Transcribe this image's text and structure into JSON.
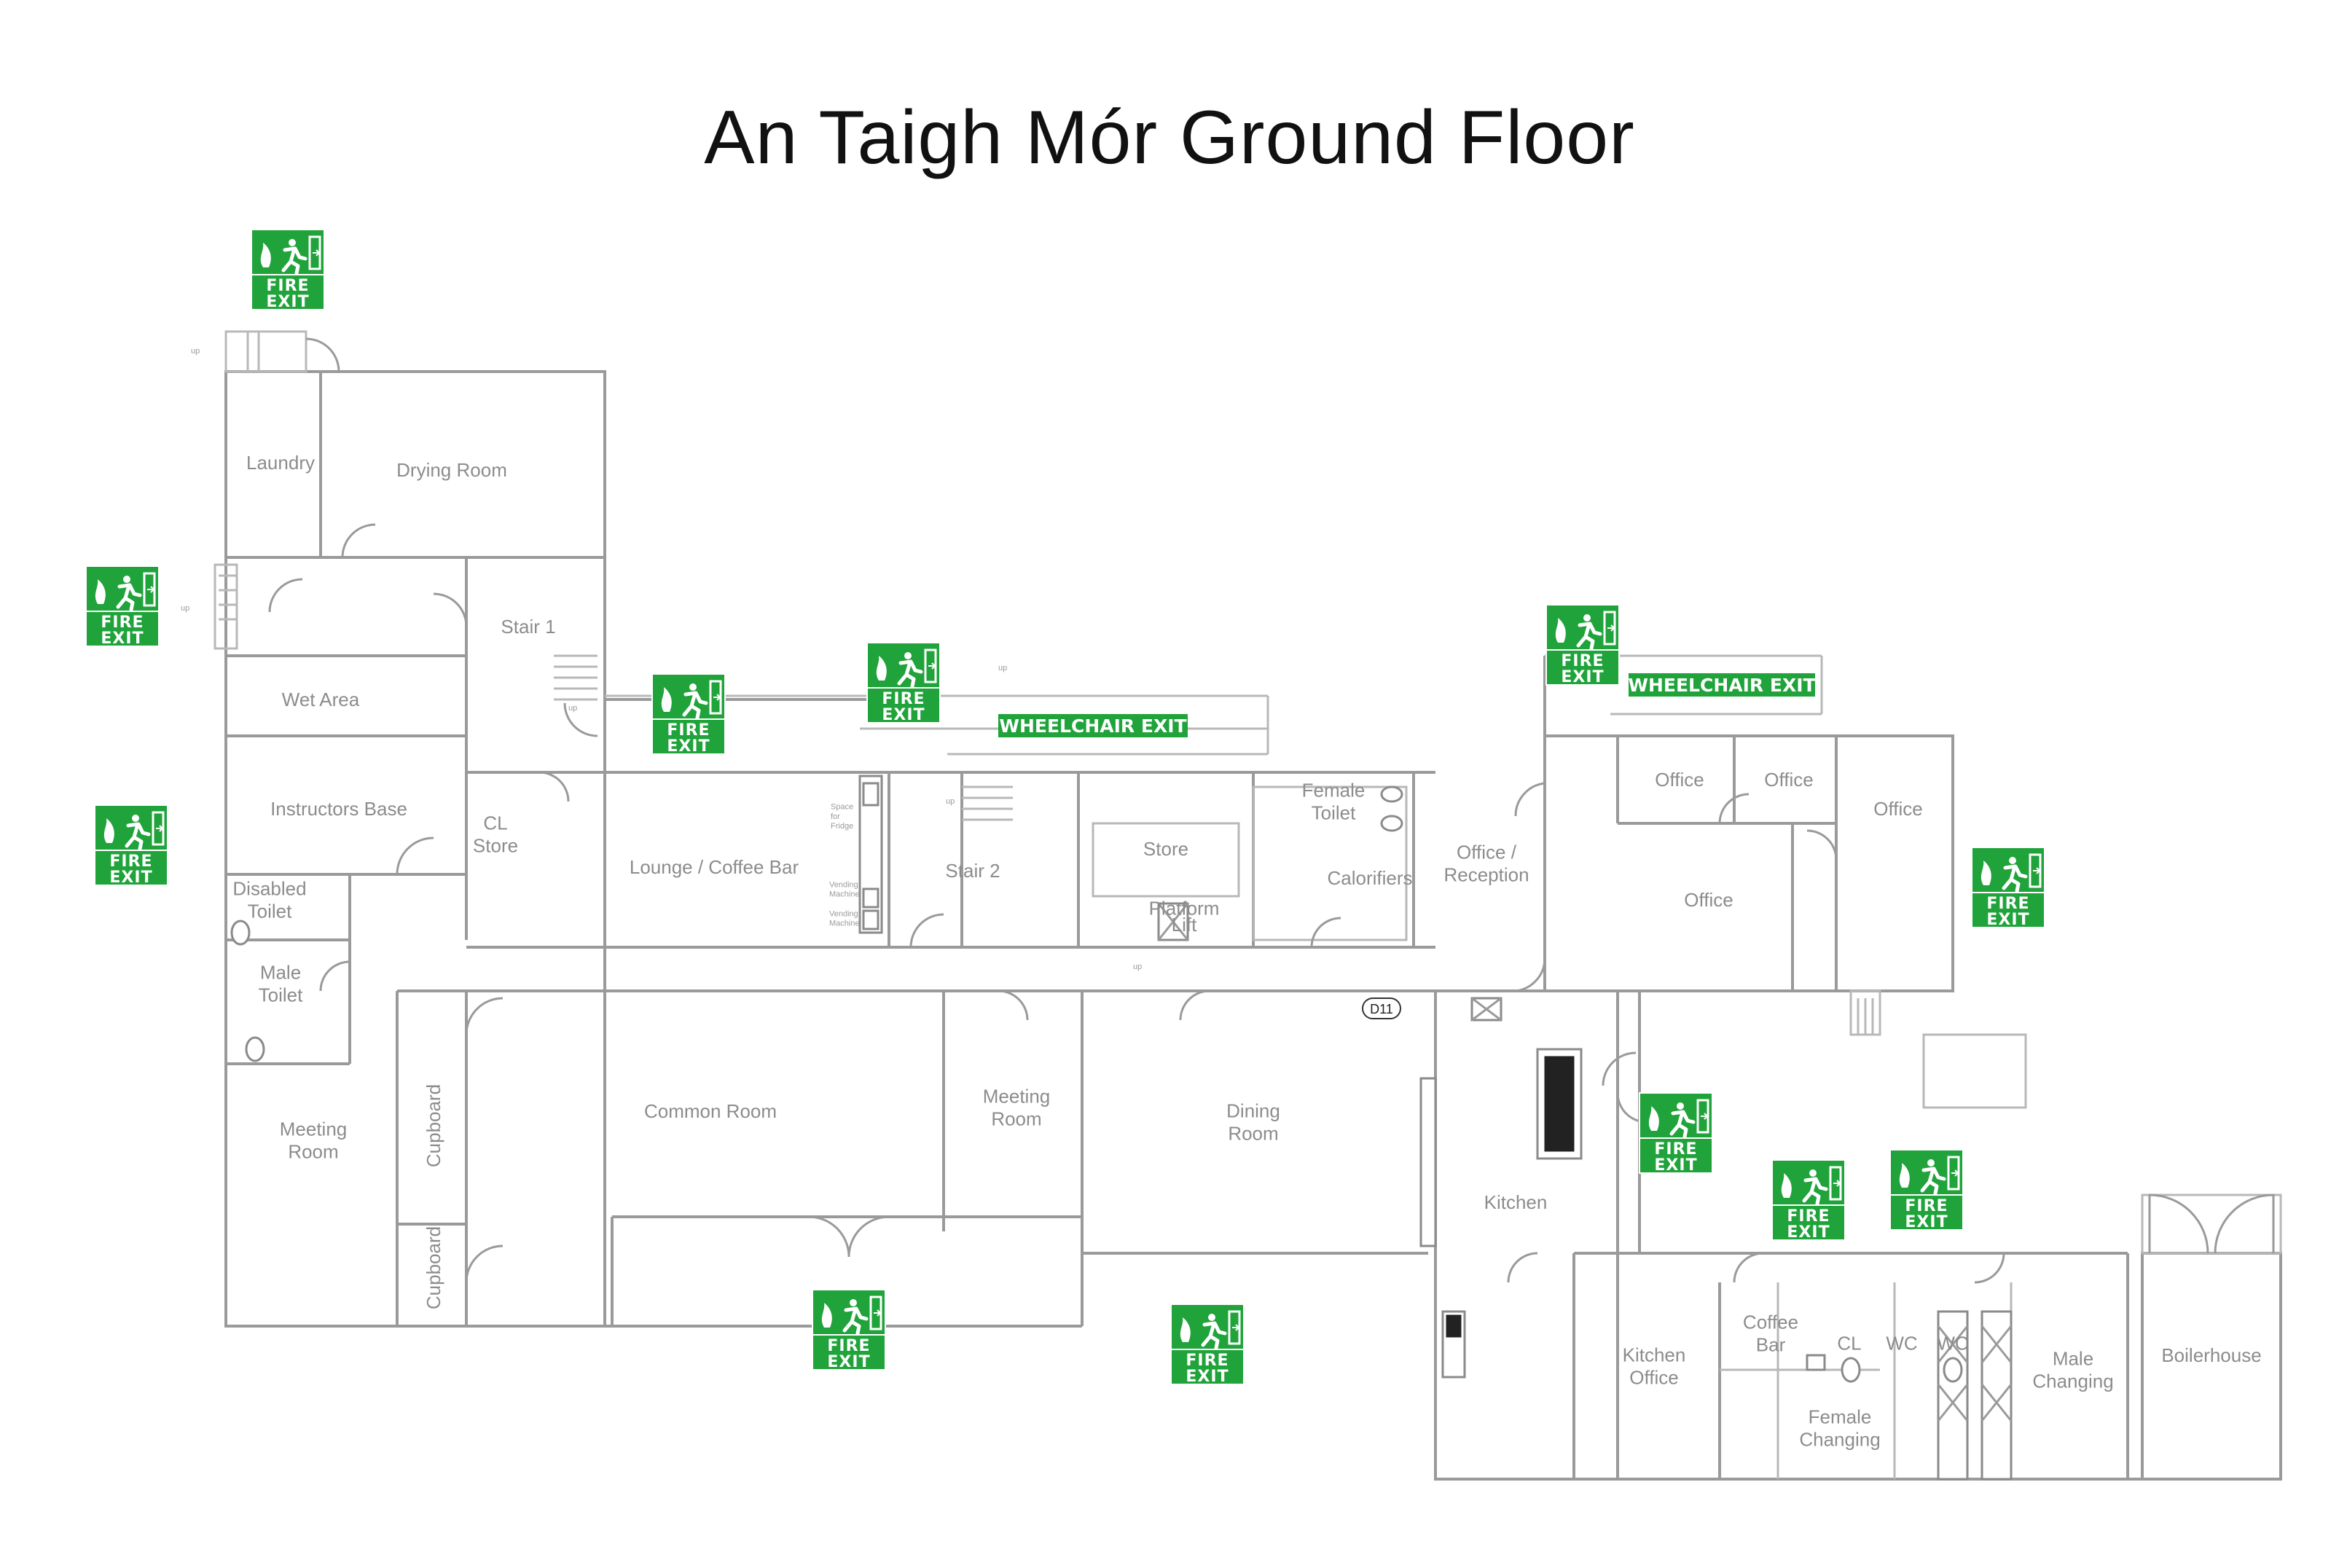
{
  "title": "An Taigh Mór Ground Floor",
  "colors": {
    "sign_green": "#1fa33a",
    "walls": "#9a9a9a",
    "labels": "#8c8c8c"
  },
  "fire_exit": {
    "line1": "FIRE",
    "line2": "EXIT",
    "icon": "running-man-fire-exit-icon"
  },
  "wheelchair_exit_label": "WHEELCHAIR EXIT",
  "door_tag": "D11",
  "stair_note": "up",
  "small_labels": {
    "space_for_fridge": [
      "Space",
      "for",
      "Fridge"
    ],
    "vending_1": [
      "Vending",
      "Machine"
    ],
    "vending_2": [
      "Vending",
      "Machine"
    ]
  },
  "rooms": {
    "laundry": [
      "Laundry"
    ],
    "drying_room": [
      "Drying Room"
    ],
    "stair1": [
      "Stair 1"
    ],
    "wet_area": [
      "Wet Area"
    ],
    "instructors_base": [
      "Instructors Base"
    ],
    "cl_store": [
      "CL",
      "Store"
    ],
    "lounge": [
      "Lounge / Coffee Bar"
    ],
    "stair2": [
      "Stair 2"
    ],
    "store": [
      "Store"
    ],
    "platform_lift": [
      "Platform",
      "Lift"
    ],
    "female_toilet": [
      "Female",
      "Toilet"
    ],
    "calorifiers": [
      "Calorifiers"
    ],
    "office_reception": [
      "Office /",
      "Reception"
    ],
    "office1": [
      "Office"
    ],
    "office2": [
      "Office"
    ],
    "office3": [
      "Office"
    ],
    "office4": [
      "Office"
    ],
    "disabled_toilet": [
      "Disabled",
      "Toilet"
    ],
    "male_toilet": [
      "Male",
      "Toilet"
    ],
    "meeting_room_west": [
      "Meeting",
      "Room"
    ],
    "cupboard1": [
      "Cupboard"
    ],
    "cupboard2": [
      "Cupboard"
    ],
    "common_room": [
      "Common Room"
    ],
    "meeting_room_central": [
      "Meeting",
      "Room"
    ],
    "dining_room": [
      "Dining",
      "Room"
    ],
    "kitchen": [
      "Kitchen"
    ],
    "kitchen_office": [
      "Kitchen",
      "Office"
    ],
    "coffee_bar": [
      "Coffee",
      "Bar"
    ],
    "cl_small": [
      "CL"
    ],
    "wc1": [
      "WC"
    ],
    "wc2": [
      "WC"
    ],
    "female_changing": [
      "Female",
      "Changing"
    ],
    "male_changing": [
      "Male",
      "Changing"
    ],
    "boilerhouse": [
      "Boilerhouse"
    ]
  }
}
